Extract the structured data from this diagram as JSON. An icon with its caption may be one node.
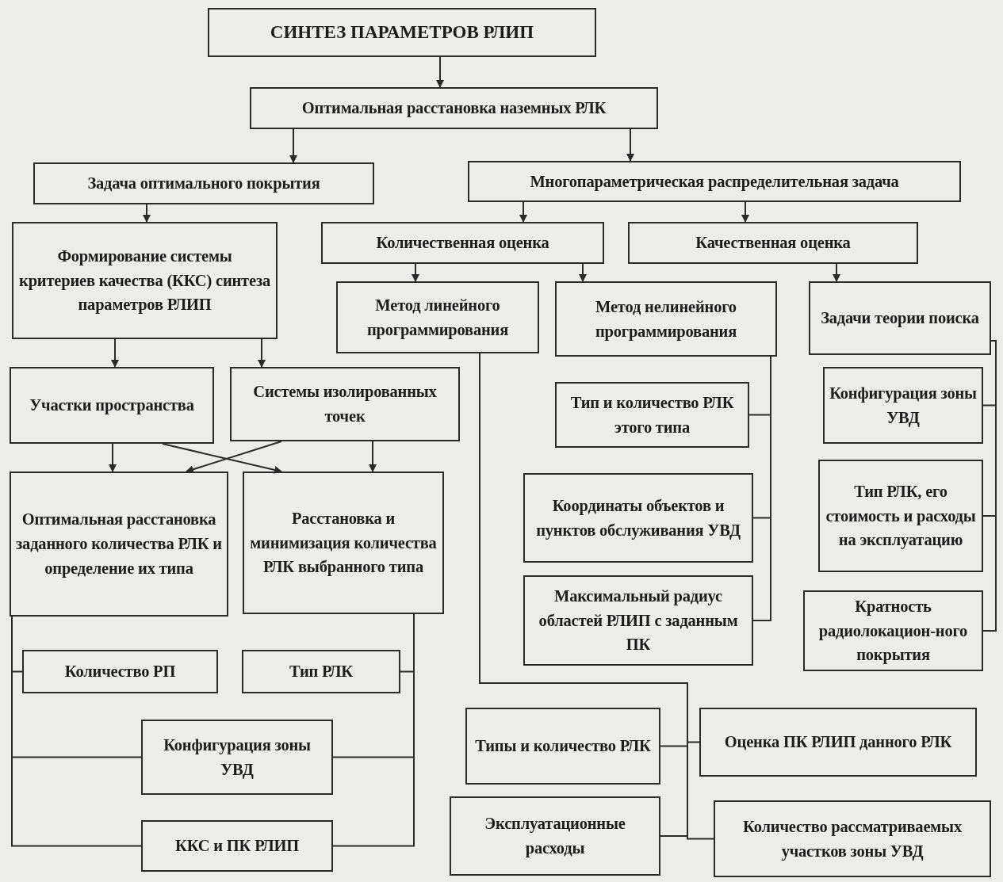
{
  "diagram": {
    "nodes": [
      {
        "text": [
          "СИНТЕЗ ПАРАМЕТРОВ РЛИП"
        ]
      },
      {
        "text": [
          "Оптимальная расстановка наземных РЛК"
        ]
      },
      {
        "text": [
          "Задача оптимального покрытия"
        ]
      },
      {
        "text": [
          "Многопараметрическая распределительная задача"
        ]
      },
      {
        "text": [
          "Формирование системы критериев качества (ККС) синтеза параметров РЛИП"
        ]
      },
      {
        "text": [
          "Количественная оценка"
        ]
      },
      {
        "text": [
          "Качественная оценка"
        ]
      },
      {
        "text": [
          "Метод линейного программирования"
        ]
      },
      {
        "text": [
          "Метод нелинейного программирования"
        ]
      },
      {
        "text": [
          "Задачи теории поиска"
        ]
      },
      {
        "text": [
          "Участки пространства"
        ]
      },
      {
        "text": [
          "Системы изолированных точек"
        ]
      },
      {
        "text": [
          "Оптимальная расстановка заданного количества РЛК и определение их типа"
        ]
      },
      {
        "text": [
          "Расстановка и минимизация количества РЛК выбранного типа"
        ]
      },
      {
        "text": [
          "Количество РП"
        ]
      },
      {
        "text": [
          "Тип РЛК"
        ]
      },
      {
        "text": [
          "Конфигурация зоны УВД"
        ]
      },
      {
        "text": [
          "ККС и ПК РЛИП"
        ]
      },
      {
        "text": [
          "Тип и количество РЛК этого типа"
        ]
      },
      {
        "text": [
          "Координаты объектов и пунктов обслуживания УВД"
        ]
      },
      {
        "text": [
          "Максимальный радиус областей РЛИП с заданным ПК"
        ]
      },
      {
        "text": [
          "Конфигурация зоны УВД"
        ]
      },
      {
        "text": [
          "Тип РЛК, его стоимость и расходы на эксплуатацию"
        ]
      },
      {
        "text": [
          "Кратность радиолокацион-ного покрытия"
        ]
      },
      {
        "text": [
          "Типы и количество РЛК"
        ]
      },
      {
        "text": [
          "Оценка ПК РЛИП данного РЛК"
        ]
      },
      {
        "text": [
          "Эксплуатационные расходы"
        ]
      },
      {
        "text": [
          "Количество рассматриваемых участков зоны УВД"
        ]
      }
    ],
    "edges": [
      {
        "from": 0,
        "to": 1,
        "arrow": "to"
      },
      {
        "from": 1,
        "to": 2,
        "arrow": "to"
      },
      {
        "from": 1,
        "to": 3,
        "arrow": "to"
      },
      {
        "from": 2,
        "to": 4,
        "arrow": "to"
      },
      {
        "from": 3,
        "to": 5,
        "arrow": "to"
      },
      {
        "from": 3,
        "to": 6,
        "arrow": "to"
      },
      {
        "from": 5,
        "to": 7,
        "arrow": "to"
      },
      {
        "from": 5,
        "to": 8,
        "arrow": "to"
      },
      {
        "from": 6,
        "to": 9,
        "arrow": "to"
      },
      {
        "from": 4,
        "to": 10,
        "arrow": "to"
      },
      {
        "from": 4,
        "to": 11,
        "arrow": "to"
      },
      {
        "from": 10,
        "to": 12,
        "arrow": "to"
      },
      {
        "from": 10,
        "to": 13,
        "arrow": "to"
      },
      {
        "from": 11,
        "to": 12,
        "arrow": "to"
      },
      {
        "from": 11,
        "to": 13,
        "arrow": "to"
      },
      {
        "from": 12,
        "to": 14,
        "arrow": "none"
      },
      {
        "from": 12,
        "to": 16,
        "arrow": "none"
      },
      {
        "from": 12,
        "to": 17,
        "arrow": "none"
      },
      {
        "from": 13,
        "to": 15,
        "arrow": "none"
      },
      {
        "from": 13,
        "to": 16,
        "arrow": "none"
      },
      {
        "from": 13,
        "to": 17,
        "arrow": "none"
      },
      {
        "from": 8,
        "to": 18,
        "arrow": "none"
      },
      {
        "from": 8,
        "to": 19,
        "arrow": "none"
      },
      {
        "from": 8,
        "to": 20,
        "arrow": "none"
      },
      {
        "from": 9,
        "to": 21,
        "arrow": "none"
      },
      {
        "from": 9,
        "to": 22,
        "arrow": "none"
      },
      {
        "from": 9,
        "to": 23,
        "arrow": "none"
      },
      {
        "from": 7,
        "to": 24,
        "arrow": "none"
      },
      {
        "from": 7,
        "to": 25,
        "arrow": "none"
      },
      {
        "from": 7,
        "to": 26,
        "arrow": "none"
      },
      {
        "from": 7,
        "to": 27,
        "arrow": "none"
      }
    ]
  }
}
